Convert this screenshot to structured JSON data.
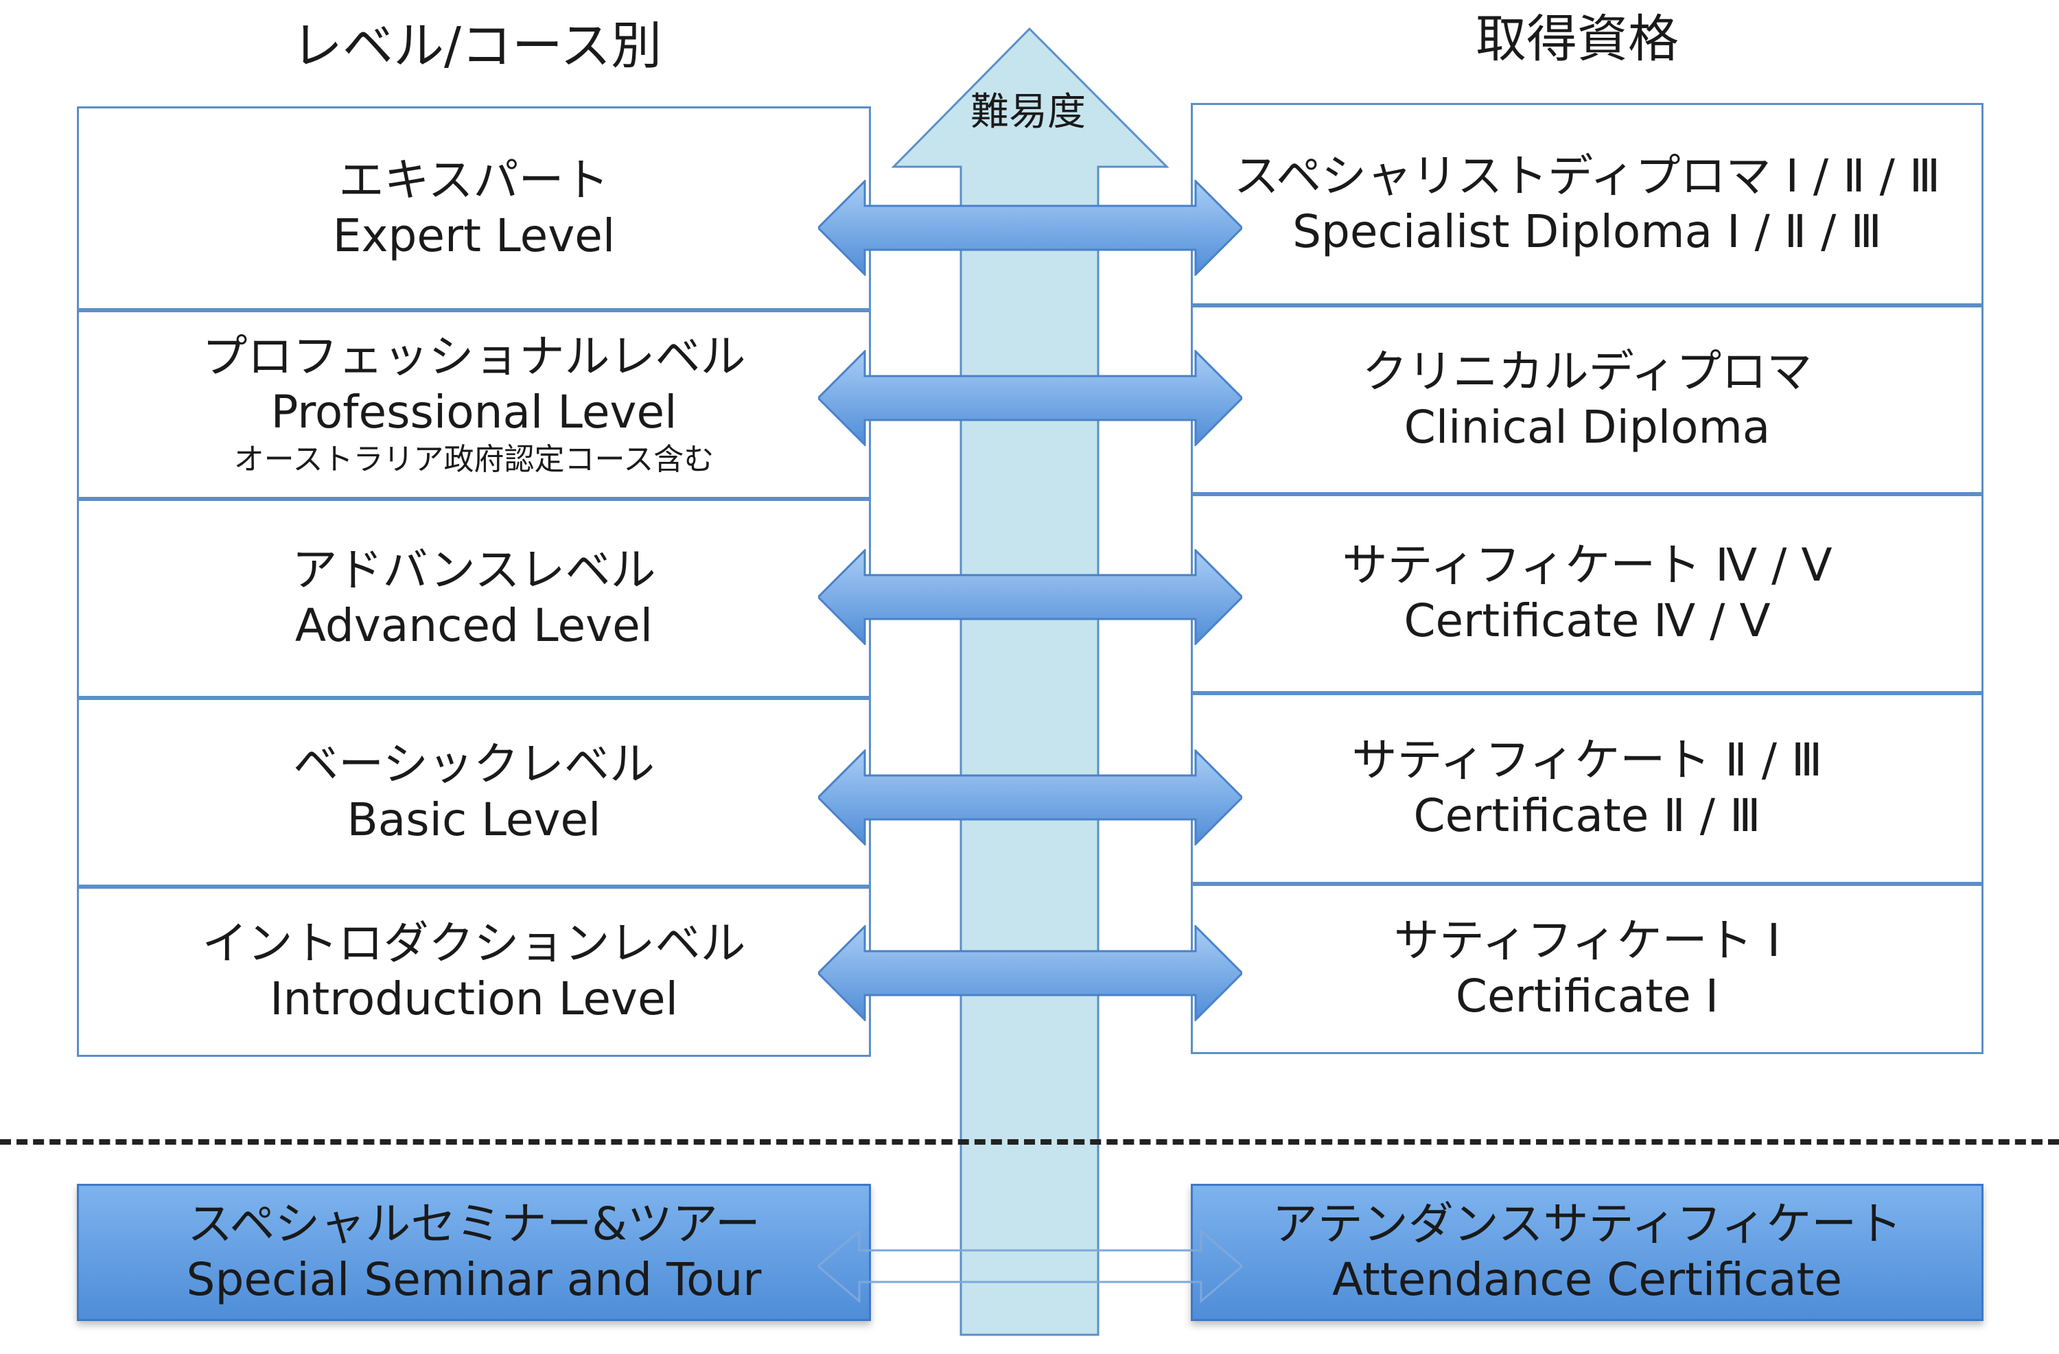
{
  "headings": {
    "left": "レベル/コース別",
    "right": "取得資格"
  },
  "difficulty_arrow": {
    "label": "難易度"
  },
  "levels": [
    {
      "jp": "エキスパート",
      "en": "Expert Level"
    },
    {
      "jp": "プロフェッショナルレベル",
      "en": "Professional Level",
      "note": "オーストラリア政府認定コース含む"
    },
    {
      "jp": "アドバンスレベル",
      "en": "Advanced Level"
    },
    {
      "jp": "ベーシックレベル",
      "en": "Basic Level"
    },
    {
      "jp": "イントロダクションレベル",
      "en": "Introduction Level"
    }
  ],
  "qualifications": [
    {
      "jp": "スペシャリストディプロマ Ⅰ / Ⅱ / Ⅲ",
      "en": "Specialist Diploma Ⅰ / Ⅱ / Ⅲ"
    },
    {
      "jp": "クリニカルディプロマ",
      "en": "Clinical Diploma"
    },
    {
      "jp": "サティフィケート Ⅳ / Ⅴ",
      "en": "Certificate Ⅳ / Ⅴ"
    },
    {
      "jp": "サティフィケート Ⅱ / Ⅲ",
      "en": "Certificate Ⅱ / Ⅲ"
    },
    {
      "jp": "サティフィケート Ⅰ",
      "en": "Certificate Ⅰ"
    }
  ],
  "special": {
    "left": {
      "jp": "スペシャルセミナー&ツアー",
      "en": "Special Seminar and Tour"
    },
    "right": {
      "jp": "アテンダンスサティフィケート",
      "en": "Attendance Certificate"
    }
  }
}
